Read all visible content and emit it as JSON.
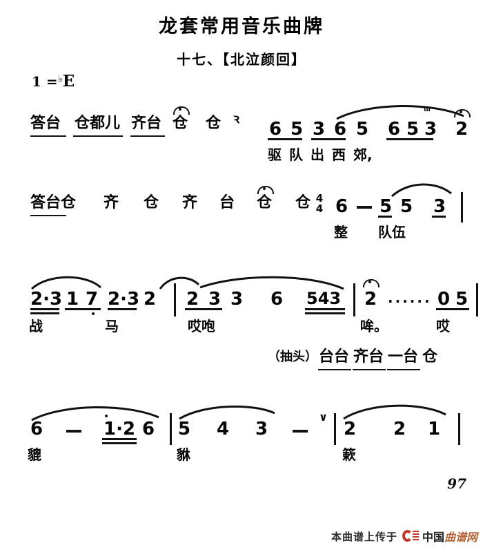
{
  "header": {
    "title": "龙套常用音乐曲牌",
    "subtitle": "十七、【北泣颜回】"
  },
  "key_signature": {
    "prefix": "1 =",
    "flat": "♭",
    "letter": "E"
  },
  "systems": [
    {
      "id": "system-1",
      "percussion": [
        "答台",
        "仓都儿",
        "齐台",
        "仓",
        "仓"
      ],
      "notes": [
        "6",
        "5",
        "3",
        "6",
        "5",
        "6",
        "5",
        "3",
        "2"
      ],
      "lyrics": [
        "驱",
        "队",
        "出",
        "西",
        "郊,"
      ],
      "grace_mark": "ꝛ"
    },
    {
      "id": "system-2",
      "percussion": [
        "答台仓",
        "齐",
        "仓",
        "齐",
        "台",
        "仓",
        "仓"
      ],
      "meter": {
        "numerator": "4",
        "denominator": "4"
      },
      "notes": [
        "6",
        "-",
        "5",
        "5",
        "3"
      ],
      "lyrics": [
        "整",
        "队伍"
      ]
    },
    {
      "id": "system-3",
      "notes": [
        "2·3",
        "1",
        "7",
        "2·3",
        "2",
        "2",
        "3",
        "3",
        "6",
        "543",
        "2",
        "0",
        "5"
      ],
      "sustain_dots": "······",
      "lyrics": [
        "战",
        "马",
        "哎咆",
        "哞。",
        "哎"
      ]
    },
    {
      "id": "system-3b",
      "percussion_label": "（抽头）",
      "percussion": [
        "台台",
        "齐台",
        "一台",
        "仓"
      ]
    },
    {
      "id": "system-4",
      "notes": [
        "6",
        "-",
        "1·2",
        "6",
        "5",
        "4",
        "3",
        "-",
        "2",
        "2",
        "1"
      ],
      "breath_mark": "∨",
      "lyrics": [
        "貔",
        "貅",
        "簌"
      ]
    }
  ],
  "page_number": "97",
  "footer": {
    "text": "本曲谱上传于",
    "brand_cn": "中国",
    "brand_qp": "曲谱网",
    "logo": "cn-qupu-logo",
    "accent_color": "#c0392b",
    "brand_color": "#b5653a"
  }
}
